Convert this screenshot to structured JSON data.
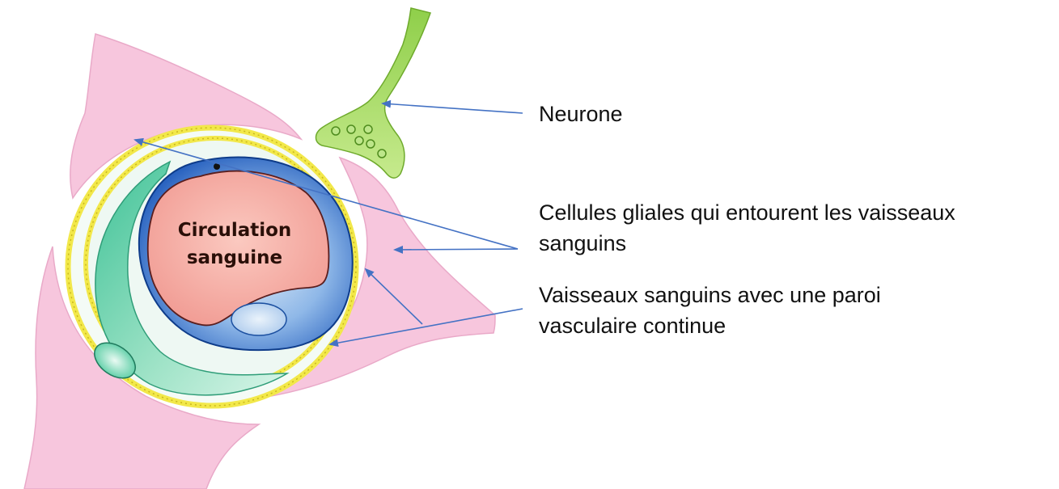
{
  "center": {
    "line1": "Circulation",
    "line2": "sanguine"
  },
  "labels": {
    "neurone": "Neurone",
    "glial_line1": "Cellules gliales qui entourent les vaisseaux",
    "glial_line2": "sanguins",
    "vessel_line1": "Vaisseaux sanguins avec une paroi",
    "vessel_line2": "vasculaire continue"
  },
  "colors": {
    "glial_pink": "#f6c8dc",
    "neuron_green": "#a6d86a",
    "vessel_blue": "#2f6fc9",
    "lumen_pink": "#f6a9a1",
    "pericyte_teal": "#5fcfa8",
    "basal_yellow": "#f2e84a",
    "arrow_blue": "#4472c4"
  }
}
